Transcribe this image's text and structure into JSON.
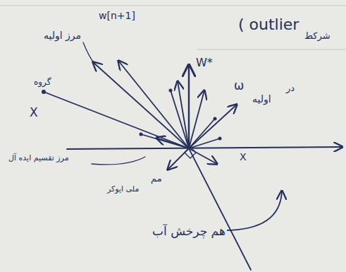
{
  "diagram": {
    "labels": [
      "w[n+1]",
      "( outlier",
      "شرکط",
      "مرز اولیه",
      "W*",
      "گروه",
      "X",
      "در",
      "اولیه",
      "ω",
      "مرز تقسیم ایده آل",
      "مم",
      "ملی ایوکر",
      "X",
      "هم چرخش آب"
    ]
  }
}
